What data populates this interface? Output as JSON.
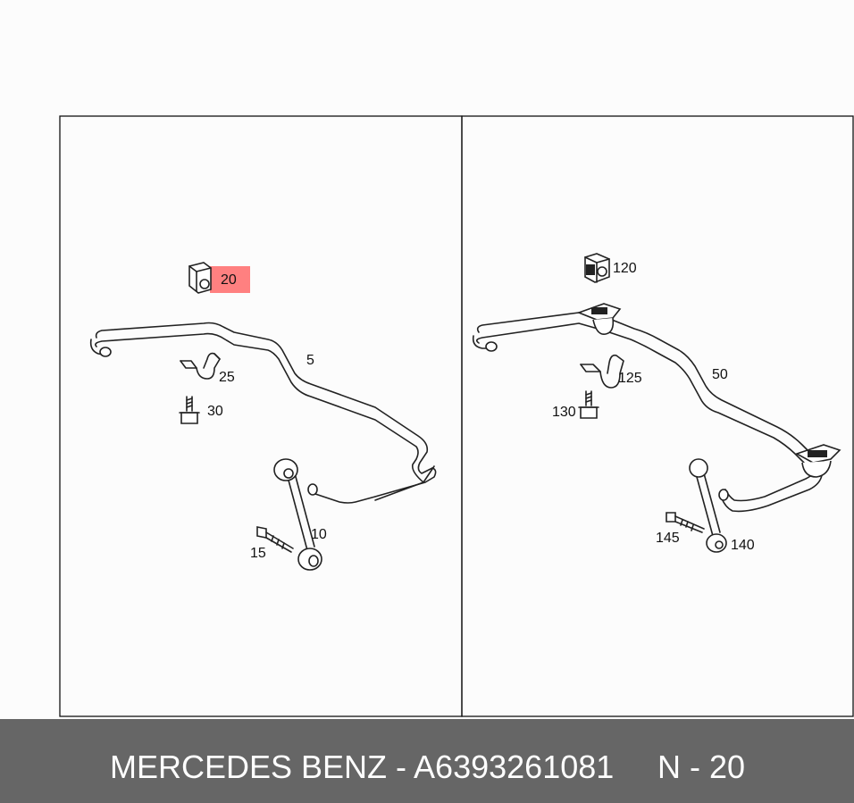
{
  "highlight_color": "#ff8080",
  "footer": {
    "caption": "MERCEDES BENZ - A6393261081",
    "page_ref": "N - 20",
    "background": "#666666"
  },
  "panels": {
    "left": {
      "callouts": {
        "bushing": "20",
        "bar": "5",
        "clamp": "25",
        "bolt": "30",
        "link": "10",
        "link_bolt": "15"
      },
      "highlighted_callout": "20"
    },
    "right": {
      "callouts": {
        "bushing": "120",
        "bar": "50",
        "clamp": "125",
        "bolt": "130",
        "link": "140",
        "link_bolt": "145"
      }
    }
  }
}
